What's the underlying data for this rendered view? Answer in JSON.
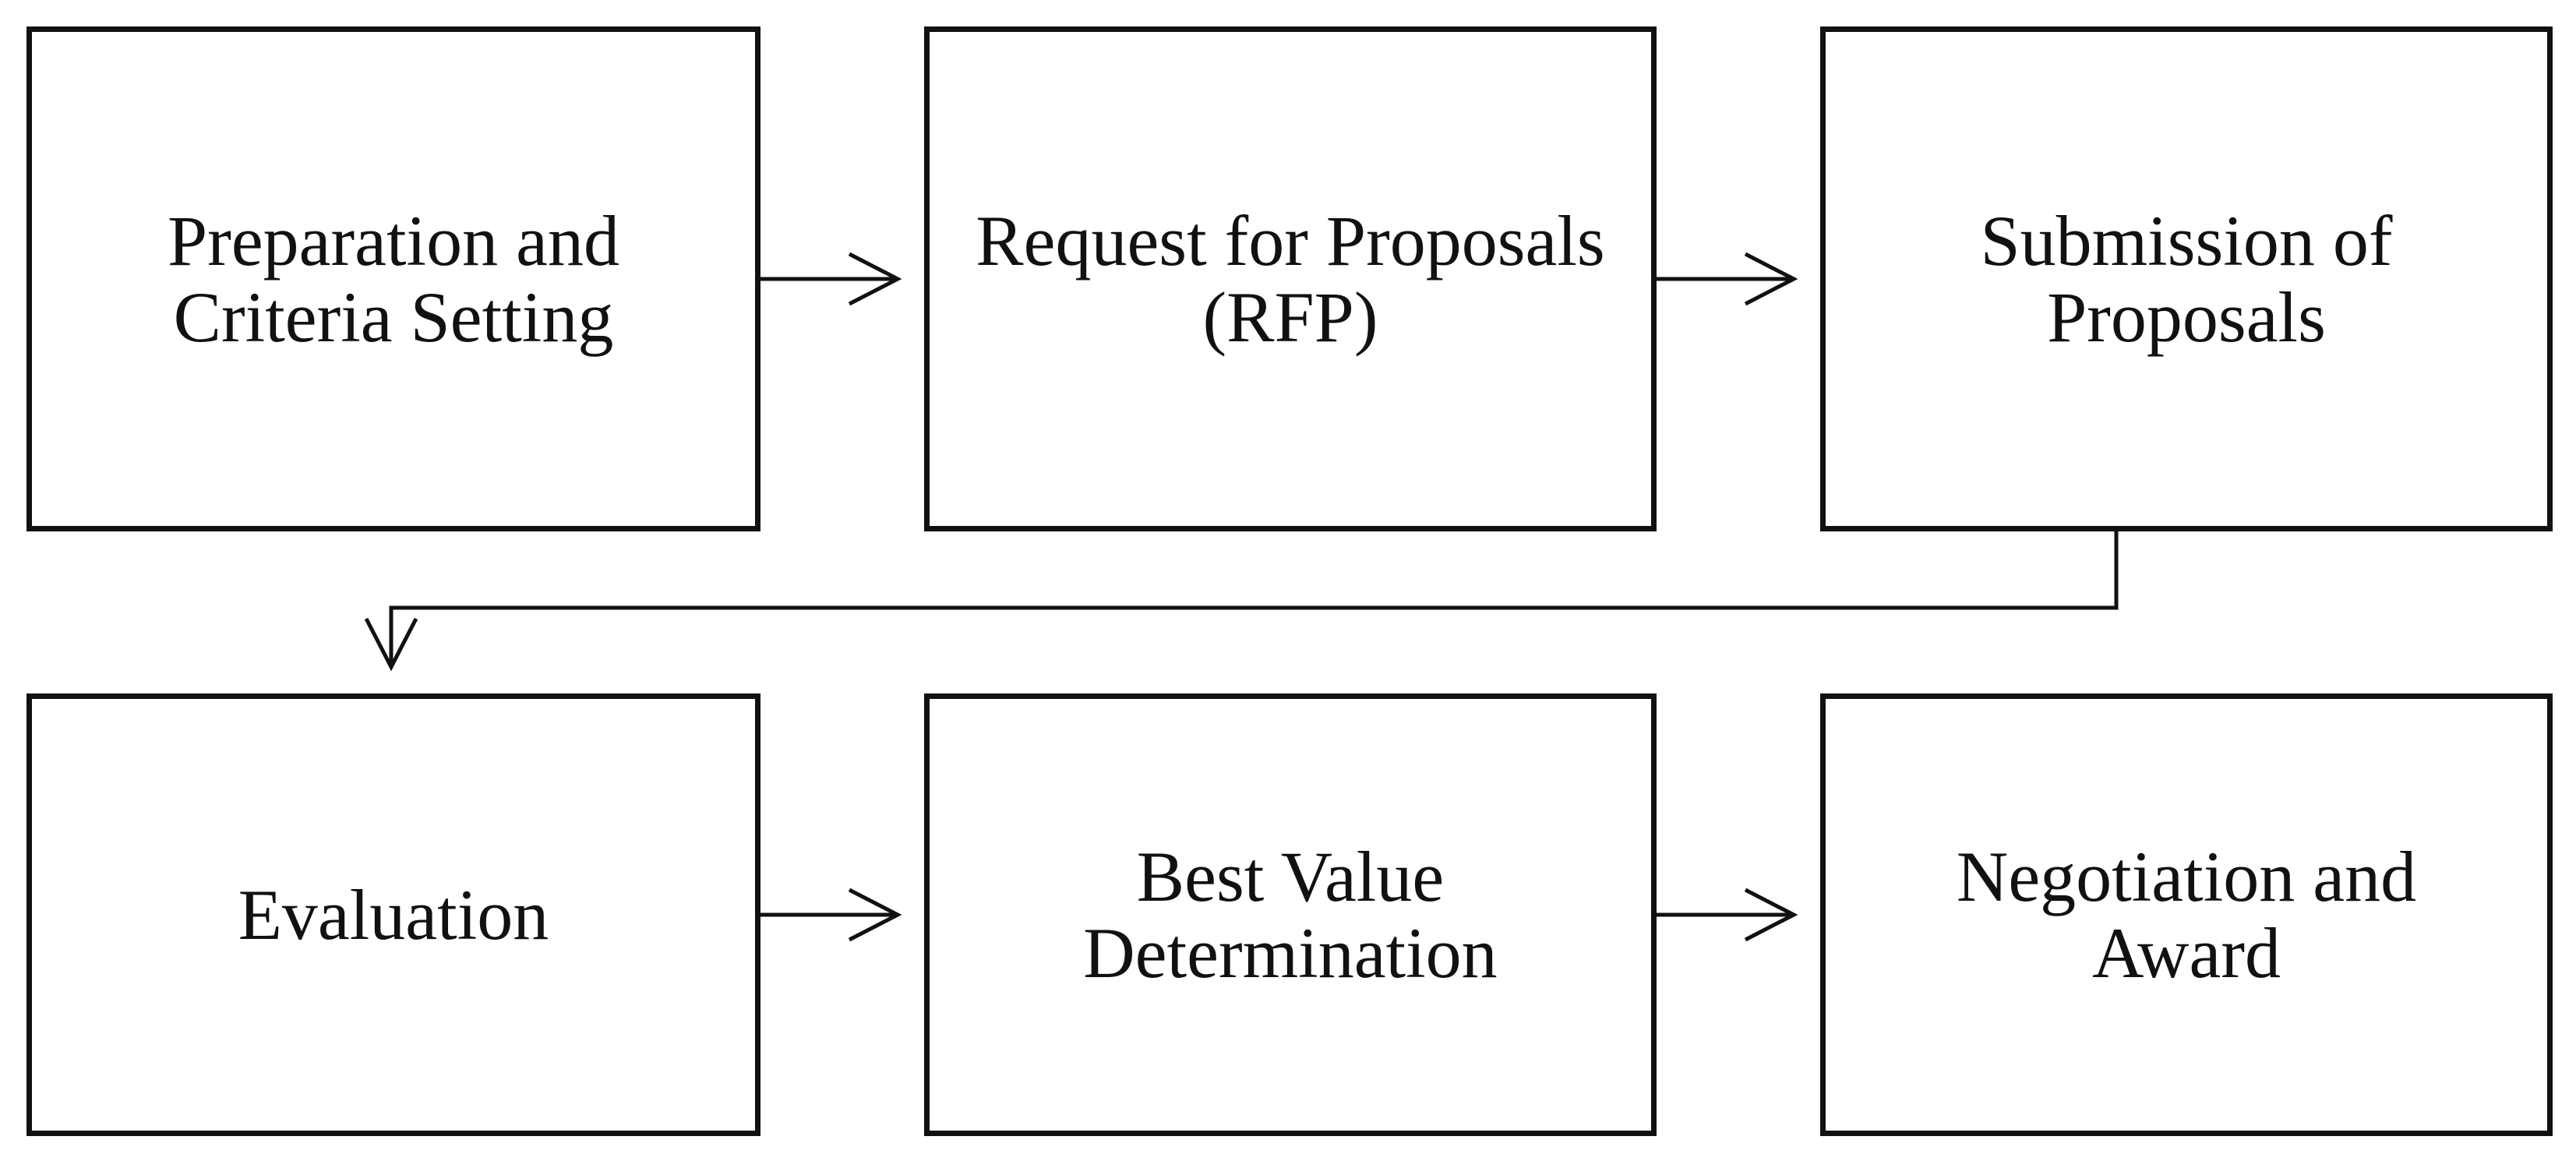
{
  "diagram": {
    "type": "flowchart",
    "steps": [
      {
        "id": "step-1",
        "label": "Preparation and\nCriteria Setting"
      },
      {
        "id": "step-2",
        "label": "Request for Proposals\n(RFP)"
      },
      {
        "id": "step-3",
        "label": "Submission of\nProposals"
      },
      {
        "id": "step-4",
        "label": "Evaluation"
      },
      {
        "id": "step-5",
        "label": "Best Value\nDetermination"
      },
      {
        "id": "step-6",
        "label": "Negotiation and\nAward"
      }
    ],
    "edges": [
      {
        "from": "step-1",
        "to": "step-2"
      },
      {
        "from": "step-2",
        "to": "step-3"
      },
      {
        "from": "step-3",
        "to": "step-4"
      },
      {
        "from": "step-4",
        "to": "step-5"
      },
      {
        "from": "step-5",
        "to": "step-6"
      }
    ],
    "colors": {
      "stroke": "#111111",
      "background": "#ffffff"
    }
  }
}
